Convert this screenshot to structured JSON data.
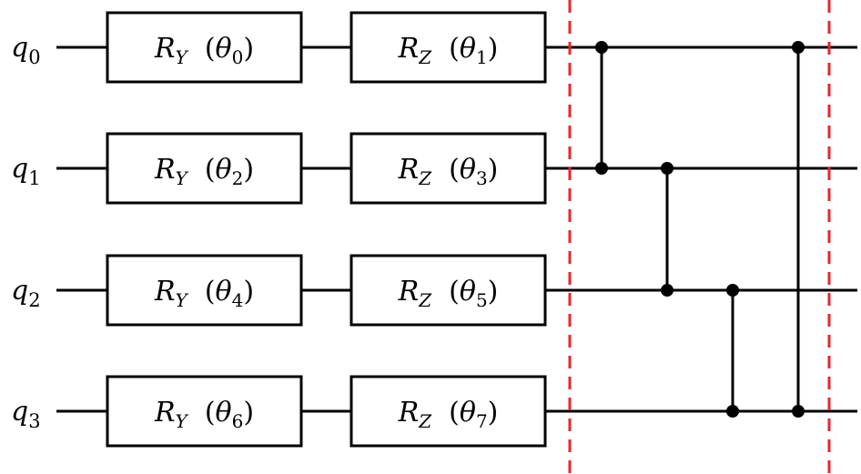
{
  "qubits": [
    {
      "name": "q",
      "index": "0"
    },
    {
      "name": "q",
      "index": "1"
    },
    {
      "name": "q",
      "index": "2"
    },
    {
      "name": "q",
      "index": "3"
    }
  ],
  "gates": [
    {
      "qubit": 0,
      "column": 0,
      "op": "R",
      "axis": "Y",
      "param": "θ",
      "param_index": "0"
    },
    {
      "qubit": 0,
      "column": 1,
      "op": "R",
      "axis": "Z",
      "param": "θ",
      "param_index": "1"
    },
    {
      "qubit": 1,
      "column": 0,
      "op": "R",
      "axis": "Y",
      "param": "θ",
      "param_index": "2"
    },
    {
      "qubit": 1,
      "column": 1,
      "op": "R",
      "axis": "Z",
      "param": "θ",
      "param_index": "3"
    },
    {
      "qubit": 2,
      "column": 0,
      "op": "R",
      "axis": "Y",
      "param": "θ",
      "param_index": "4"
    },
    {
      "qubit": 2,
      "column": 1,
      "op": "R",
      "axis": "Z",
      "param": "θ",
      "param_index": "5"
    },
    {
      "qubit": 3,
      "column": 0,
      "op": "R",
      "axis": "Y",
      "param": "θ",
      "param_index": "6"
    },
    {
      "qubit": 3,
      "column": 1,
      "op": "R",
      "axis": "Z",
      "param": "θ",
      "param_index": "7"
    }
  ],
  "controlled_z": [
    {
      "from": 0,
      "to": 1
    },
    {
      "from": 1,
      "to": 2
    },
    {
      "from": 2,
      "to": 3
    },
    {
      "from": 3,
      "to": 0
    }
  ],
  "barriers": 2,
  "colors": {
    "wire": "#000000",
    "barrier": "#e8262c"
  }
}
